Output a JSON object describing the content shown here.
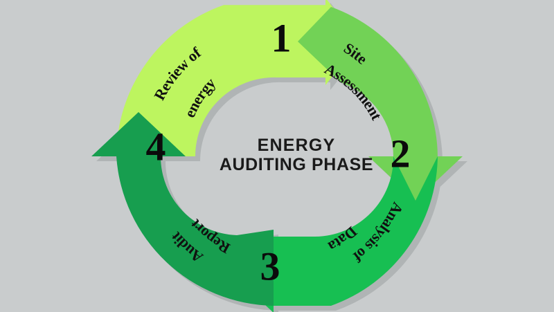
{
  "diagram": {
    "title_line1": "ENERGY",
    "title_line2": "AUDITING PHASE",
    "background_color": "#c9cccd",
    "shadow_color": "#9aa0a1",
    "inner_circle_color": "#c9cccd",
    "segments": [
      {
        "number": "1",
        "label_line1": "Review of",
        "label_line2": "energy",
        "color": "#bdf55f",
        "position": "top-left"
      },
      {
        "number": "2",
        "label_line1": "Site",
        "label_line2": "Assessment",
        "color": "#72d256",
        "position": "top-right"
      },
      {
        "number": "3",
        "label_line1": "Analysis of",
        "label_line2": "Data",
        "color": "#17bf52",
        "position": "bottom-right"
      },
      {
        "number": "4",
        "label_line1": "Audit",
        "label_line2": "Report",
        "color": "#179e4f",
        "position": "bottom-left"
      }
    ]
  }
}
